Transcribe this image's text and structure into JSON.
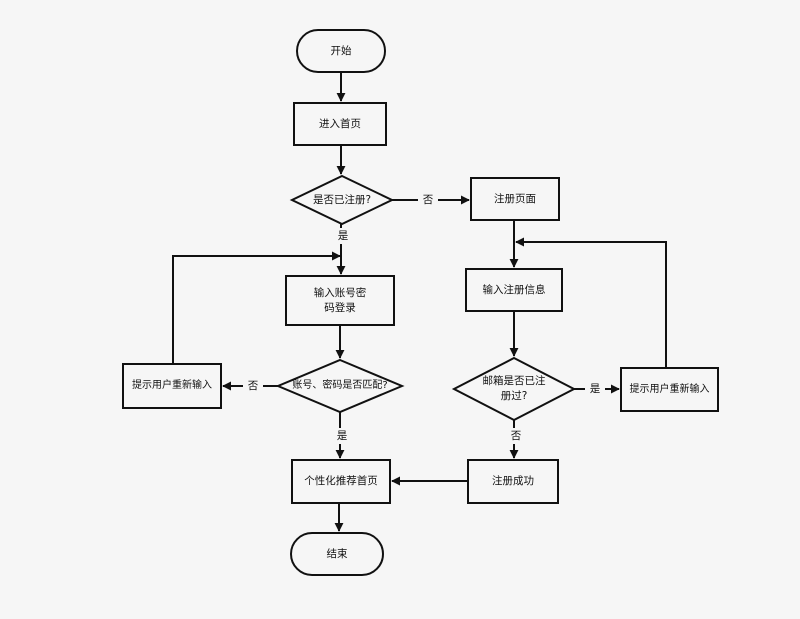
{
  "nodes": {
    "start": "开始",
    "home": "进入首页",
    "registered_q": "是否已注册?",
    "register_page": "注册页面",
    "login_input": "输入账号密\n码登录",
    "register_info": "输入注册信息",
    "match_q": "账号、密码是否匹配?",
    "email_q": "邮箱是否已注\n册过?",
    "reenter_left": "提示用户重新输入",
    "reenter_right": "提示用户重新输入",
    "recommend": "个性化推荐首页",
    "register_success": "注册成功",
    "end": "结束"
  },
  "edge_labels": {
    "registered_no": "否",
    "registered_yes": "是",
    "match_no": "否",
    "match_yes": "是",
    "email_yes": "是",
    "email_no": "否"
  },
  "colors": {
    "background": "#f6f6f6",
    "stroke": "#111111",
    "fill": "#f6f6f6"
  }
}
